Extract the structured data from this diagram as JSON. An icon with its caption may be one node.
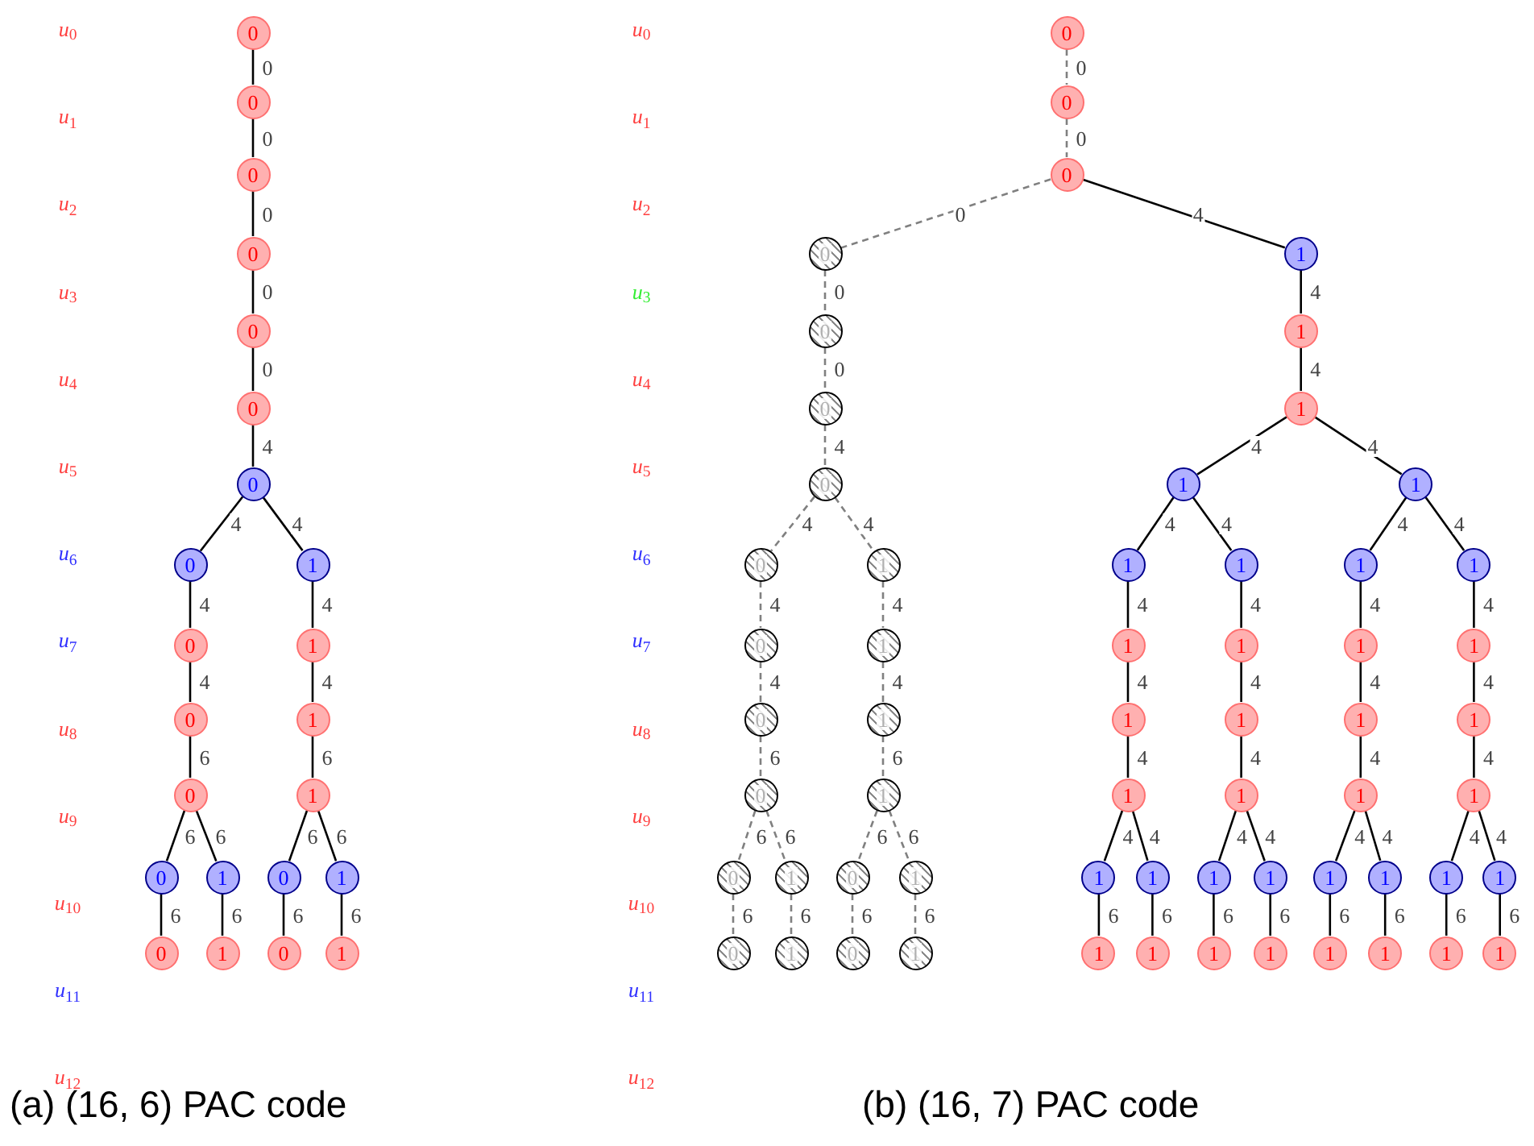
{
  "diagram": {
    "nodes": [
      {
        "text": [
          "0"
        ]
      },
      {
        "text": [
          "0"
        ]
      },
      {
        "text": [
          "0"
        ]
      },
      {
        "text": [
          "0"
        ]
      },
      {
        "text": [
          "0"
        ]
      },
      {
        "text": [
          "0"
        ]
      },
      {
        "text": [
          "0"
        ]
      },
      {
        "text": [
          "0"
        ]
      },
      {
        "text": [
          "0"
        ]
      },
      {
        "text": [
          "0"
        ]
      },
      {
        "text": [
          "0"
        ]
      },
      {
        "text": [
          "0"
        ]
      },
      {
        "text": [
          "1"
        ]
      },
      {
        "text": [
          "0"
        ]
      },
      {
        "text": [
          "1"
        ]
      },
      {
        "text": [
          "1"
        ]
      },
      {
        "text": [
          "1"
        ]
      },
      {
        "text": [
          "1"
        ]
      },
      {
        "text": [
          "1"
        ]
      },
      {
        "text": [
          "0"
        ]
      },
      {
        "text": [
          "1"
        ]
      },
      {
        "text": [
          "0"
        ]
      },
      {
        "text": [
          "1"
        ]
      },
      {
        "text": [
          "0"
        ]
      },
      {
        "text": [
          "0"
        ]
      },
      {
        "text": [
          "0"
        ]
      },
      {
        "text": [
          "0"
        ]
      },
      {
        "text": [
          "0"
        ]
      },
      {
        "text": [
          "0"
        ]
      },
      {
        "text": [
          "0"
        ]
      },
      {
        "text": [
          "0"
        ]
      },
      {
        "text": [
          "0"
        ]
      },
      {
        "text": [
          "0"
        ]
      },
      {
        "text": [
          "0"
        ]
      },
      {
        "text": [
          "0"
        ]
      },
      {
        "text": [
          "1"
        ]
      },
      {
        "text": [
          "0"
        ]
      },
      {
        "text": [
          "1"
        ]
      },
      {
        "text": [
          "1"
        ]
      },
      {
        "text": [
          "1"
        ]
      },
      {
        "text": [
          "1"
        ]
      },
      {
        "text": [
          "1"
        ]
      },
      {
        "text": [
          "0"
        ]
      },
      {
        "text": [
          "1"
        ]
      },
      {
        "text": [
          "0"
        ]
      },
      {
        "text": [
          "1"
        ]
      },
      {
        "text": [
          "1"
        ]
      },
      {
        "text": [
          "1"
        ]
      },
      {
        "text": [
          "1"
        ]
      },
      {
        "text": [
          "1"
        ]
      },
      {
        "text": [
          "1"
        ]
      },
      {
        "text": [
          "1"
        ]
      },
      {
        "text": [
          "1"
        ]
      },
      {
        "text": [
          "1"
        ]
      },
      {
        "text": [
          "1"
        ]
      },
      {
        "text": [
          "1"
        ]
      },
      {
        "text": [
          "1"
        ]
      },
      {
        "text": [
          "1"
        ]
      },
      {
        "text": [
          "1"
        ]
      },
      {
        "text": [
          "1"
        ]
      },
      {
        "text": [
          "1"
        ]
      },
      {
        "text": [
          "1"
        ]
      },
      {
        "text": [
          "1"
        ]
      },
      {
        "text": [
          "1"
        ]
      },
      {
        "text": [
          "1"
        ]
      },
      {
        "text": [
          "1"
        ]
      },
      {
        "text": [
          "1"
        ]
      },
      {
        "text": [
          "1"
        ]
      },
      {
        "text": [
          "1"
        ]
      },
      {
        "text": [
          "1"
        ]
      },
      {
        "text": [
          "1"
        ]
      },
      {
        "text": [
          "1"
        ]
      },
      {
        "text": [
          "1"
        ]
      },
      {
        "text": [
          "1"
        ]
      },
      {
        "text": [
          "1"
        ]
      },
      {
        "text": [
          "1"
        ]
      },
      {
        "text": [
          "1"
        ]
      },
      {
        "text": [
          "1"
        ]
      },
      {
        "text": [
          "1"
        ]
      },
      {
        "text": [
          "1"
        ]
      },
      {
        "text": [
          "1"
        ]
      },
      {
        "text": [
          "1"
        ]
      },
      {
        "text": [
          "1"
        ]
      }
    ],
    "edges": [
      {
        "from": 0,
        "to": 1,
        "arrow": "none",
        "label": "0"
      },
      {
        "from": 1,
        "to": 2,
        "arrow": "none",
        "label": "0"
      },
      {
        "from": 2,
        "to": 3,
        "arrow": "none",
        "label": "0"
      },
      {
        "from": 3,
        "to": 4,
        "arrow": "none",
        "label": "0"
      },
      {
        "from": 4,
        "to": 5,
        "arrow": "none",
        "label": "0"
      },
      {
        "from": 5,
        "to": 6,
        "arrow": "none",
        "label": "4"
      },
      {
        "from": 6,
        "to": 7,
        "arrow": "none",
        "label": "4"
      },
      {
        "from": 6,
        "to": 15,
        "arrow": "none",
        "label": "4"
      },
      {
        "from": 7,
        "to": 8,
        "arrow": "none",
        "label": "4"
      },
      {
        "from": 8,
        "to": 9,
        "arrow": "none",
        "label": "4"
      },
      {
        "from": 9,
        "to": 10,
        "arrow": "none",
        "label": "6"
      },
      {
        "from": 10,
        "to": 11,
        "arrow": "none",
        "label": "6"
      },
      {
        "from": 10,
        "to": 12,
        "arrow": "none",
        "label": "6"
      },
      {
        "from": 11,
        "to": 13,
        "arrow": "none",
        "label": "6"
      },
      {
        "from": 12,
        "to": 14,
        "arrow": "none",
        "label": "6"
      },
      {
        "from": 15,
        "to": 16,
        "arrow": "none",
        "label": "4"
      },
      {
        "from": 16,
        "to": 17,
        "arrow": "none",
        "label": "4"
      },
      {
        "from": 17,
        "to": 18,
        "arrow": "none",
        "label": "6"
      },
      {
        "from": 18,
        "to": 19,
        "arrow": "none",
        "label": "6"
      },
      {
        "from": 18,
        "to": 20,
        "arrow": "none",
        "label": "6"
      },
      {
        "from": 19,
        "to": 21,
        "arrow": "none",
        "label": "6"
      },
      {
        "from": 20,
        "to": 22,
        "arrow": "none",
        "label": "6"
      },
      {
        "from": 23,
        "to": 24,
        "arrow": "none",
        "label": "0",
        "style": "dashed",
        "color": "#808080"
      },
      {
        "from": 24,
        "to": 25,
        "arrow": "none",
        "label": "0",
        "style": "dashed",
        "color": "#808080"
      },
      {
        "from": 25,
        "to": 26,
        "arrow": "none",
        "label": "0",
        "style": "dashed",
        "color": "#808080"
      },
      {
        "from": 25,
        "to": 46,
        "arrow": "none",
        "label": "4"
      },
      {
        "from": 26,
        "to": 27,
        "arrow": "none",
        "label": "0",
        "style": "dashed",
        "color": "#808080"
      },
      {
        "from": 27,
        "to": 28,
        "arrow": "none",
        "label": "0",
        "style": "dashed",
        "color": "#808080"
      },
      {
        "from": 28,
        "to": 29,
        "arrow": "none",
        "label": "4",
        "style": "dashed",
        "color": "#808080"
      },
      {
        "from": 29,
        "to": 30,
        "arrow": "none",
        "label": "4",
        "style": "dashed",
        "color": "#808080"
      },
      {
        "from": 29,
        "to": 38,
        "arrow": "none",
        "label": "4",
        "style": "dashed",
        "color": "#808080"
      },
      {
        "from": 30,
        "to": 31,
        "arrow": "none",
        "label": "4",
        "style": "dashed",
        "color": "#808080"
      },
      {
        "from": 31,
        "to": 32,
        "arrow": "none",
        "label": "4",
        "style": "dashed",
        "color": "#808080"
      },
      {
        "from": 32,
        "to": 33,
        "arrow": "none",
        "label": "6",
        "style": "dashed",
        "color": "#808080"
      },
      {
        "from": 33,
        "to": 34,
        "arrow": "none",
        "label": "6",
        "style": "dashed",
        "color": "#808080"
      },
      {
        "from": 33,
        "to": 35,
        "arrow": "none",
        "label": "6",
        "style": "dashed",
        "color": "#808080"
      },
      {
        "from": 34,
        "to": 36,
        "arrow": "none",
        "label": "6",
        "style": "dashed",
        "color": "#808080"
      },
      {
        "from": 35,
        "to": 37,
        "arrow": "none",
        "label": "6",
        "style": "dashed",
        "color": "#808080"
      },
      {
        "from": 38,
        "to": 39,
        "arrow": "none",
        "label": "4",
        "style": "dashed",
        "color": "#808080"
      },
      {
        "from": 39,
        "to": 40,
        "arrow": "none",
        "label": "4",
        "style": "dashed",
        "color": "#808080"
      },
      {
        "from": 40,
        "to": 41,
        "arrow": "none",
        "label": "6",
        "style": "dashed",
        "color": "#808080"
      },
      {
        "from": 41,
        "to": 42,
        "arrow": "none",
        "label": "6",
        "style": "dashed",
        "color": "#808080"
      },
      {
        "from": 41,
        "to": 43,
        "arrow": "none",
        "label": "6",
        "style": "dashed",
        "color": "#808080"
      },
      {
        "from": 42,
        "to": 44,
        "arrow": "none",
        "label": "6",
        "style": "dashed",
        "color": "#808080"
      },
      {
        "from": 43,
        "to": 45,
        "arrow": "none",
        "label": "6",
        "style": "dashed",
        "color": "#808080"
      },
      {
        "from": 46,
        "to": 47,
        "arrow": "none",
        "label": "4"
      },
      {
        "from": 47,
        "to": 48,
        "arrow": "none",
        "label": "4"
      },
      {
        "from": 48,
        "to": 49,
        "arrow": "none",
        "label": "4"
      },
      {
        "from": 48,
        "to": 66,
        "arrow": "none",
        "label": "4"
      },
      {
        "from": 49,
        "to": 50,
        "arrow": "none",
        "label": "4"
      },
      {
        "from": 49,
        "to": 58,
        "arrow": "none",
        "label": "4"
      },
      {
        "from": 50,
        "to": 51,
        "arrow": "none",
        "label": "4"
      },
      {
        "from": 51,
        "to": 52,
        "arrow": "none",
        "label": "4"
      },
      {
        "from": 52,
        "to": 53,
        "arrow": "none",
        "label": "4"
      },
      {
        "from": 53,
        "to": 54,
        "arrow": "none",
        "label": "4"
      },
      {
        "from": 53,
        "to": 55,
        "arrow": "none",
        "label": "4"
      },
      {
        "from": 54,
        "to": 56,
        "arrow": "none",
        "label": "6"
      },
      {
        "from": 55,
        "to": 57,
        "arrow": "none",
        "label": "6"
      },
      {
        "from": 58,
        "to": 59,
        "arrow": "none",
        "label": "4"
      },
      {
        "from": 59,
        "to": 60,
        "arrow": "none",
        "label": "4"
      },
      {
        "from": 60,
        "to": 61,
        "arrow": "none",
        "label": "4"
      },
      {
        "from": 61,
        "to": 62,
        "arrow": "none",
        "label": "4"
      },
      {
        "from": 61,
        "to": 63,
        "arrow": "none",
        "label": "4"
      },
      {
        "from": 62,
        "to": 64,
        "arrow": "none",
        "label": "6"
      },
      {
        "from": 63,
        "to": 65,
        "arrow": "none",
        "label": "6"
      },
      {
        "from": 66,
        "to": 67,
        "arrow": "none",
        "label": "4"
      },
      {
        "from": 66,
        "to": 75,
        "arrow": "none",
        "label": "4"
      },
      {
        "from": 67,
        "to": 68,
        "arrow": "none",
        "label": "4"
      },
      {
        "from": 68,
        "to": 69,
        "arrow": "none",
        "label": "4"
      },
      {
        "from": 69,
        "to": 70,
        "arrow": "none",
        "label": "4"
      },
      {
        "from": 70,
        "to": 71,
        "arrow": "none",
        "label": "4"
      },
      {
        "from": 70,
        "to": 72,
        "arrow": "none",
        "label": "4"
      },
      {
        "from": 71,
        "to": 73,
        "arrow": "none",
        "label": "6"
      },
      {
        "from": 72,
        "to": 74,
        "arrow": "none",
        "label": "6"
      },
      {
        "from": 75,
        "to": 76,
        "arrow": "none",
        "label": "4"
      },
      {
        "from": 76,
        "to": 77,
        "arrow": "none",
        "label": "4"
      },
      {
        "from": 77,
        "to": 78,
        "arrow": "none",
        "label": "4"
      },
      {
        "from": 78,
        "to": 79,
        "arrow": "none",
        "label": "4"
      },
      {
        "from": 78,
        "to": 80,
        "arrow": "none",
        "label": "4"
      },
      {
        "from": 79,
        "to": 81,
        "arrow": "none",
        "label": "6"
      },
      {
        "from": 80,
        "to": 82,
        "arrow": "none",
        "label": "6"
      }
    ],
    "labels": [
      "*u*$_{0}$",
      "*u*$_{1}$",
      "*u*$_{2}$",
      "*u*$_{3}$",
      "*u*$_{4}$",
      "*u*$_{5}$",
      "*u*$_{6}$",
      "*u*$_{7}$",
      "*u*$_{8}$",
      "*u*$_{9}$",
      "*u*$_{10}$",
      "*u*$_{11}$",
      "*u*$_{12}$",
      "*u*$_{0}$",
      "*u*$_{1}$",
      "*u*$_{2}$",
      "*u*$_{3}$",
      "*u*$_{4}$",
      "*u*$_{5}$",
      "*u*$_{6}$",
      "*u*$_{7}$",
      "*u*$_{8}$",
      "*u*$_{9}$",
      "*u*$_{10}$",
      "*u*$_{11}$",
      "*u*$_{12}$",
      "(a) (16, 6) PAC code",
      "(b) (16, 7) PAC code"
    ]
  }
}
